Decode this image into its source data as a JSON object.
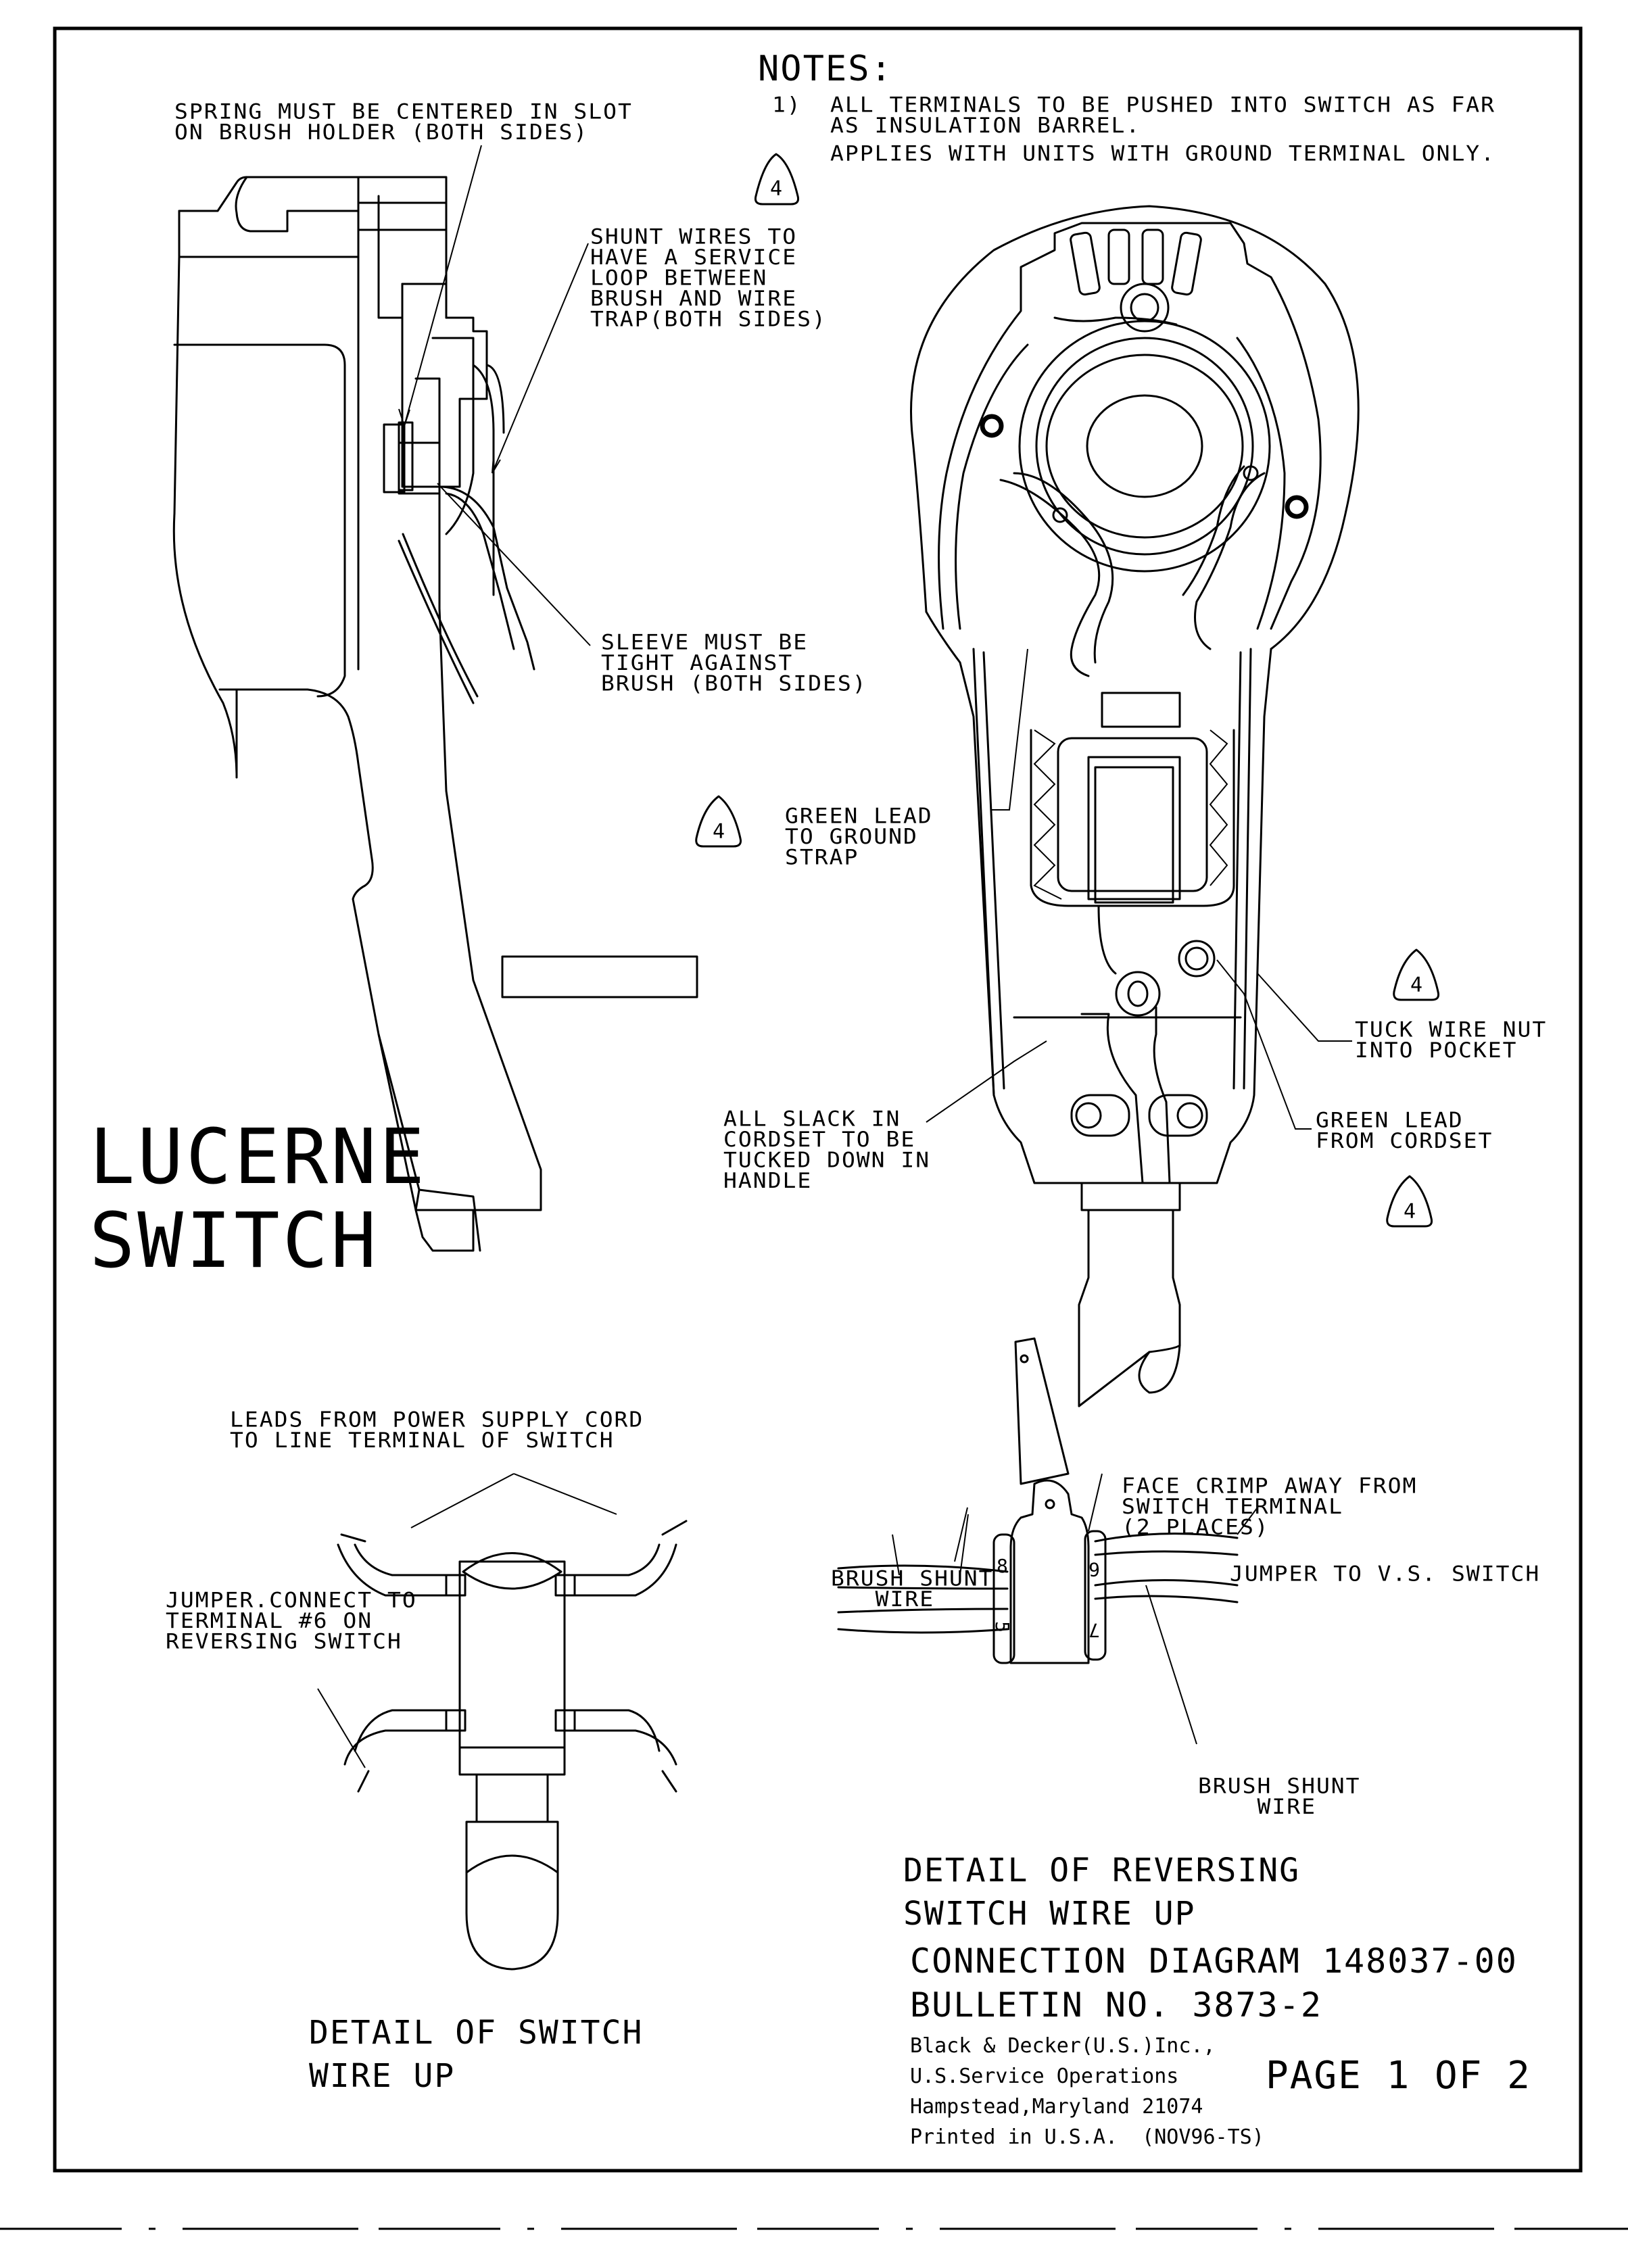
{
  "notes": {
    "heading": "NOTES:",
    "items": [
      {
        "marker": "1)",
        "text": "ALL TERMINALS TO BE PUSHED INTO SWITCH AS FAR\nAS INSULATION BARREL."
      },
      {
        "marker": "4",
        "text": "APPLIES WITH UNITS WITH GROUND TERMINAL ONLY."
      }
    ]
  },
  "callouts": {
    "spring": "SPRING MUST BE CENTERED IN SLOT\nON BRUSH HOLDER (BOTH SIDES)",
    "shunt_wires": "SHUNT WIRES TO\nHAVE A SERVICE\nLOOP BETWEEN\nBRUSH AND WIRE\nTRAP(BOTH SIDES)",
    "sleeve": "SLEEVE MUST BE\nTIGHT AGAINST\nBRUSH (BOTH SIDES)",
    "green_lead_ground": "GREEN LEAD\nTO GROUND\nSTRAP",
    "all_slack": "ALL SLACK IN\nCORDSET TO BE\nTUCKED DOWN IN\nHANDLE",
    "tuck_wire_nut": "TUCK WIRE NUT\nINTO POCKET",
    "green_lead_cordset": "GREEN LEAD\nFROM CORDSET",
    "leads_power": "LEADS FROM POWER SUPPLY CORD\nTO LINE TERMINAL OF SWITCH",
    "jumper_connect": "JUMPER.CONNECT TO\nTERMINAL #6 ON\nREVERSING SWITCH",
    "face_crimp": "FACE CRIMP AWAY FROM\nSWITCH TERMINAL\n(2 PLACES)",
    "brush_shunt_left": "BRUSH SHUNT\n   WIRE",
    "jumper_vs": "JUMPER TO V.S. SWITCH",
    "brush_shunt_right": "BRUSH SHUNT\n    WIRE"
  },
  "markers": {
    "note_ref": "4"
  },
  "terminals": {
    "left_top": "8",
    "left_bottom": "5",
    "right_top": "6",
    "right_bottom": "7"
  },
  "titles": {
    "lucerne": "LUCERNE\nSWITCH",
    "detail_switch": "DETAIL OF SWITCH\nWIRE UP",
    "detail_reversing": "DETAIL OF REVERSING\nSWITCH WIRE UP",
    "connection_diagram": "CONNECTION DIAGRAM 148037-00",
    "bulletin": "BULLETIN NO. 3873-2",
    "page": "PAGE 1 OF 2"
  },
  "company": {
    "name": "Black & Decker(U.S.)Inc.,",
    "division": "U.S.Service Operations",
    "address": "Hampstead,Maryland 21074",
    "printed": "Printed in U.S.A.  (NOV96-TS)"
  }
}
